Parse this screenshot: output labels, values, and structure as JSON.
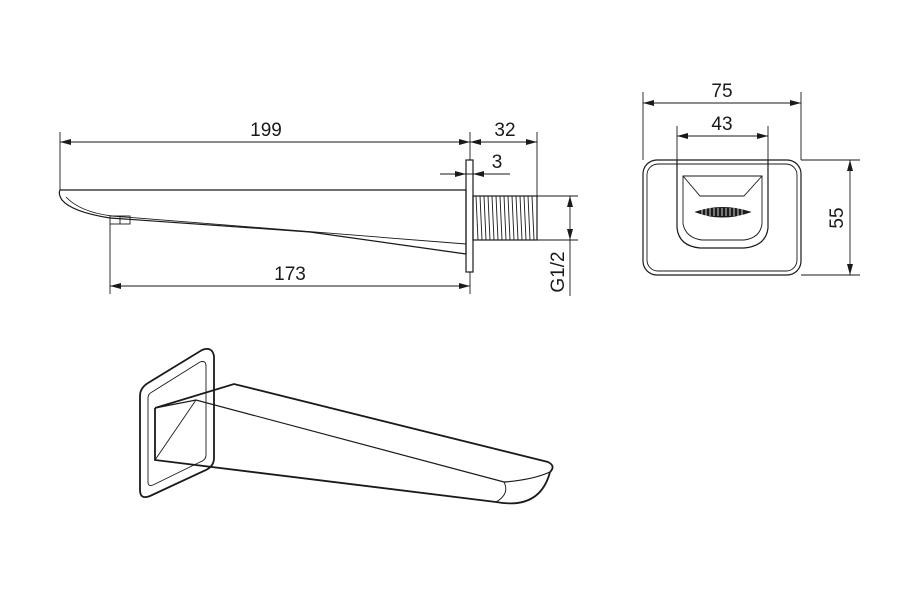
{
  "side_view": {
    "dim_overall_length": "199",
    "dim_thread_length": "32",
    "dim_plate_thickness": "3",
    "dim_outlet_to_wall": "173",
    "thread_spec": "G1/2"
  },
  "front_view": {
    "dim_plate_width": "75",
    "dim_spout_width": "43",
    "dim_plate_height": "55"
  },
  "colors": {
    "line": "#1a1a1a",
    "background": "#ffffff"
  }
}
